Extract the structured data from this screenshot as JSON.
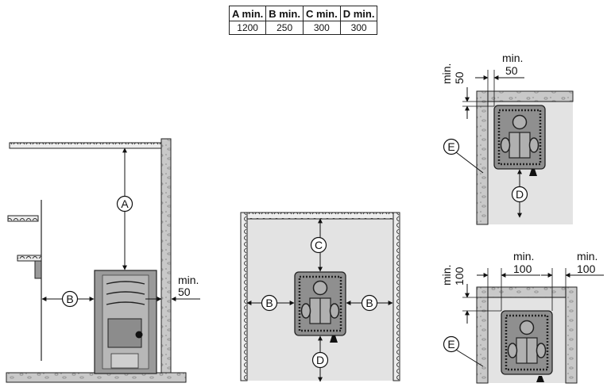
{
  "table": {
    "headers": [
      "A min.",
      "B min.",
      "C min.",
      "D min."
    ],
    "values": [
      "1200",
      "250",
      "300",
      "300"
    ]
  },
  "labels": {
    "A": "A",
    "B": "B",
    "C": "C",
    "D": "D",
    "E": "E",
    "min": "min.",
    "v50": "50",
    "v100": "100"
  }
}
